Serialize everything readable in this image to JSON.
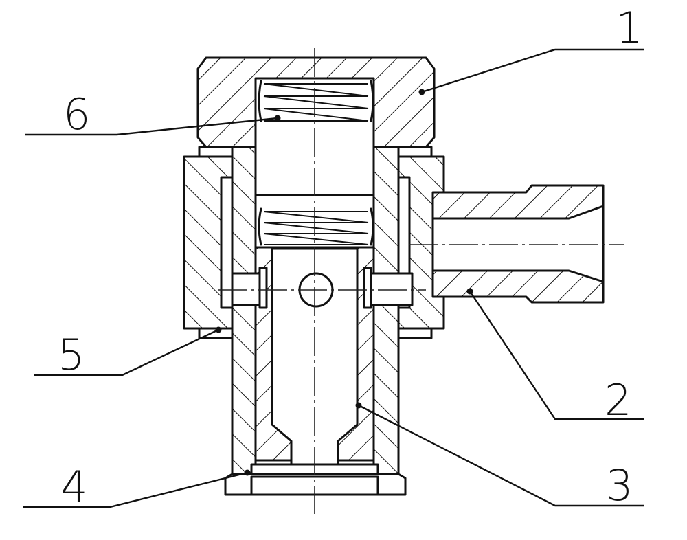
{
  "callouts": [
    {
      "id": "1",
      "label": "1"
    },
    {
      "id": "2",
      "label": "2"
    },
    {
      "id": "3",
      "label": "3"
    },
    {
      "id": "4",
      "label": "4"
    },
    {
      "id": "5",
      "label": "5"
    },
    {
      "id": "6",
      "label": "6"
    }
  ],
  "colors": {
    "ink": "#111111",
    "paper": "#ffffff"
  }
}
